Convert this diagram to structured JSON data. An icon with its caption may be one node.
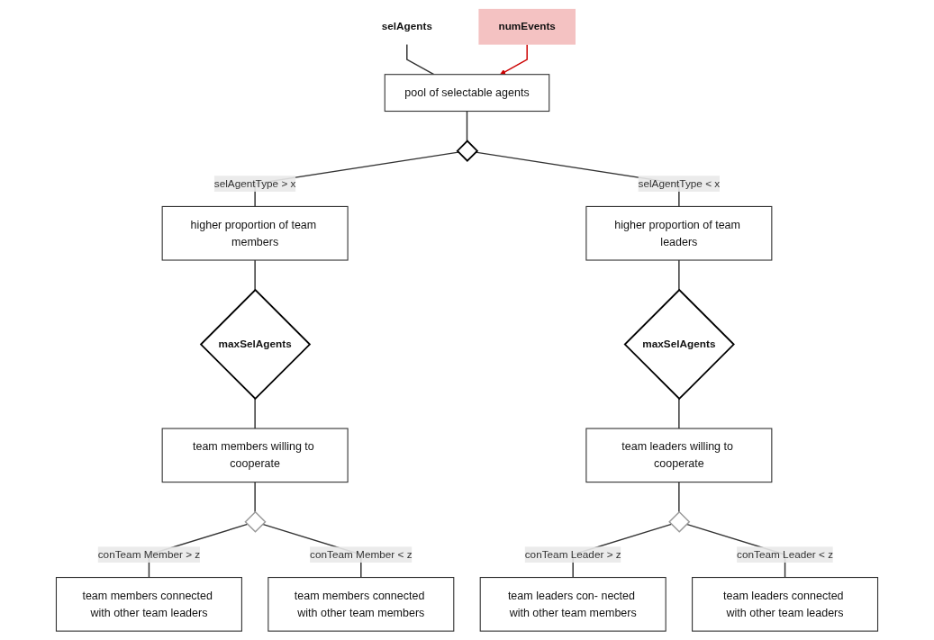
{
  "diagram": {
    "nodes": [
      {
        "text": [
          "selAgents"
        ]
      },
      {
        "text": [
          "pool of selectable agents"
        ]
      },
      {
        "text": [
          "numEvents"
        ]
      },
      {
        "text": [],
        "shape": "diamond"
      },
      {
        "text": [
          "higher proportion of team members"
        ]
      },
      {
        "text": [
          "higher proportion of team leaders"
        ]
      },
      {
        "text": [
          "maxSelAgents"
        ]
      },
      {
        "text": [
          "maxSelAgents"
        ]
      },
      {
        "text": [
          "team members willing to cooperate"
        ]
      },
      {
        "text": [
          "team leaders willing to cooperate"
        ]
      },
      {
        "text": [],
        "shape": "diamond"
      },
      {
        "text": [
          "team members connected with other team leaders"
        ]
      },
      {
        "text": [
          "team members connected with other team members"
        ]
      },
      {
        "text": [],
        "shape": "diamond"
      },
      {
        "text": [
          "team leaders con- nected with other team members"
        ]
      },
      {
        "text": [
          "team leaders connected with other team leaders"
        ]
      }
    ],
    "edges": [
      {
        "from": 0,
        "to": 1,
        "arrow": "none"
      },
      {
        "from": 2,
        "to": 1,
        "arrow": "to",
        "color": "#cc0000"
      },
      {
        "from": 1,
        "to": 3,
        "arrow": "none"
      },
      {
        "from": 3,
        "to": 4,
        "arrow": "none",
        "label": "selAgentType > x"
      },
      {
        "from": 3,
        "to": 5,
        "arrow": "none",
        "label": "selAgentType < x"
      },
      {
        "from": 4,
        "to": 6,
        "arrow": "none"
      },
      {
        "from": 6,
        "to": 8,
        "arrow": "none"
      },
      {
        "from": 5,
        "to": 7,
        "arrow": "none"
      },
      {
        "from": 7,
        "to": 9,
        "arrow": "none"
      },
      {
        "from": 8,
        "to": 10,
        "arrow": "none"
      },
      {
        "from": 10,
        "to": 11,
        "arrow": "none",
        "label": "conTeam Member > z"
      },
      {
        "from": 10,
        "to": 12,
        "arrow": "none",
        "label": "conTeam Member < z"
      },
      {
        "from": 9,
        "to": 13,
        "arrow": "none"
      },
      {
        "from": 13,
        "to": 14,
        "arrow": "none",
        "label": "conTeam Leader > z"
      },
      {
        "from": 13,
        "to": 15,
        "arrow": "none",
        "label": "conTeam Leader < z"
      }
    ]
  }
}
